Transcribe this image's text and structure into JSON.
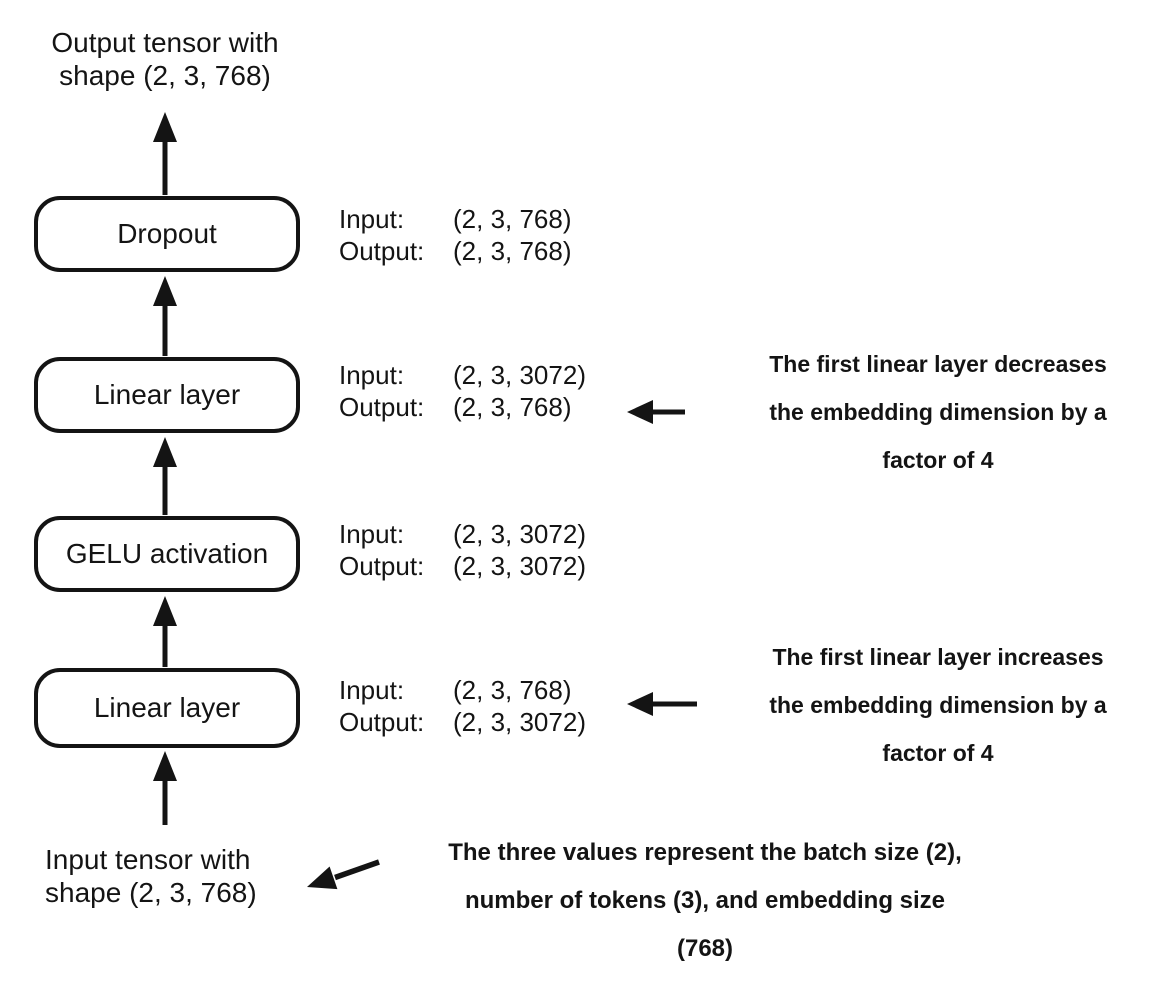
{
  "diagram": {
    "colors": {
      "ink": "#141414",
      "background": "#ffffff"
    },
    "output_tensor": {
      "line1": "Output tensor with",
      "line2": "shape (2, 3, 768)"
    },
    "input_tensor": {
      "line1": "Input tensor with",
      "line2": "shape (2, 3, 768)"
    },
    "boxes": [
      {
        "label": "Dropout",
        "io": {
          "input_label": "Input:",
          "input_value": "(2, 3, 768)",
          "output_label": "Output:",
          "output_value": "(2, 3, 768)"
        }
      },
      {
        "label": "Linear layer",
        "io": {
          "input_label": "Input:",
          "input_value": "(2, 3, 3072)",
          "output_label": "Output:",
          "output_value": "(2, 3, 768)"
        }
      },
      {
        "label": "GELU activation",
        "io": {
          "input_label": "Input:",
          "input_value": "(2, 3, 3072)",
          "output_label": "Output:",
          "output_value": "(2, 3, 3072)"
        }
      },
      {
        "label": "Linear layer",
        "io": {
          "input_label": "Input:",
          "input_value": "(2, 3, 768)",
          "output_label": "Output:",
          "output_value": "(2, 3, 3072)"
        }
      }
    ],
    "callouts": [
      {
        "lines": [
          "The first linear layer decreases",
          "the embedding dimension by a",
          "factor of 4"
        ]
      },
      {
        "lines": [
          "The first linear layer increases",
          "the embedding dimension by a",
          "factor of 4"
        ]
      },
      {
        "lines": [
          "The three values represent the batch size (2),",
          "number of tokens (3), and embedding size",
          "(768)"
        ]
      }
    ]
  }
}
